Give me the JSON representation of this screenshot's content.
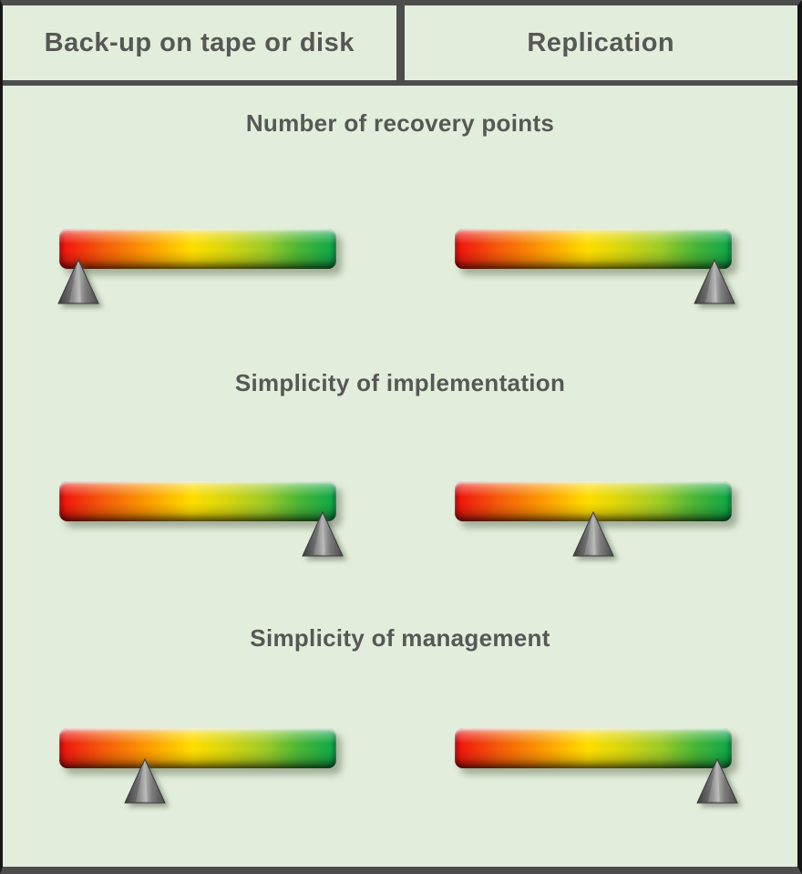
{
  "header": {
    "columns": [
      {
        "id": "backup",
        "label": "Back-up on tape or disk"
      },
      {
        "id": "replication",
        "label": "Replication"
      }
    ]
  },
  "sections": [
    {
      "title": "Number of recovery points",
      "markers": [
        {
          "column": "backup",
          "position_percent": 7
        },
        {
          "column": "replication",
          "position_percent": 94
        }
      ]
    },
    {
      "title": "Simplicity of implementation",
      "markers": [
        {
          "column": "backup",
          "position_percent": 95
        },
        {
          "column": "replication",
          "position_percent": 50
        }
      ]
    },
    {
      "title": "Simplicity of management",
      "markers": [
        {
          "column": "backup",
          "position_percent": 31
        },
        {
          "column": "replication",
          "position_percent": 95
        }
      ]
    }
  ],
  "scale": {
    "low_color_meaning": "red-left",
    "high_color_meaning": "green-right",
    "range": [
      0,
      100
    ]
  },
  "colors": {
    "background": "#e2eedb",
    "frame": "#4d4d4d",
    "edge": "#161616",
    "text": "#575757",
    "scale_red": "#ee0f0f",
    "scale_yellow": "#ffdd00",
    "scale_yellowgreen": "#9ecb27",
    "scale_green": "#0aa64b",
    "marker_gray": "#7c7c7c"
  }
}
